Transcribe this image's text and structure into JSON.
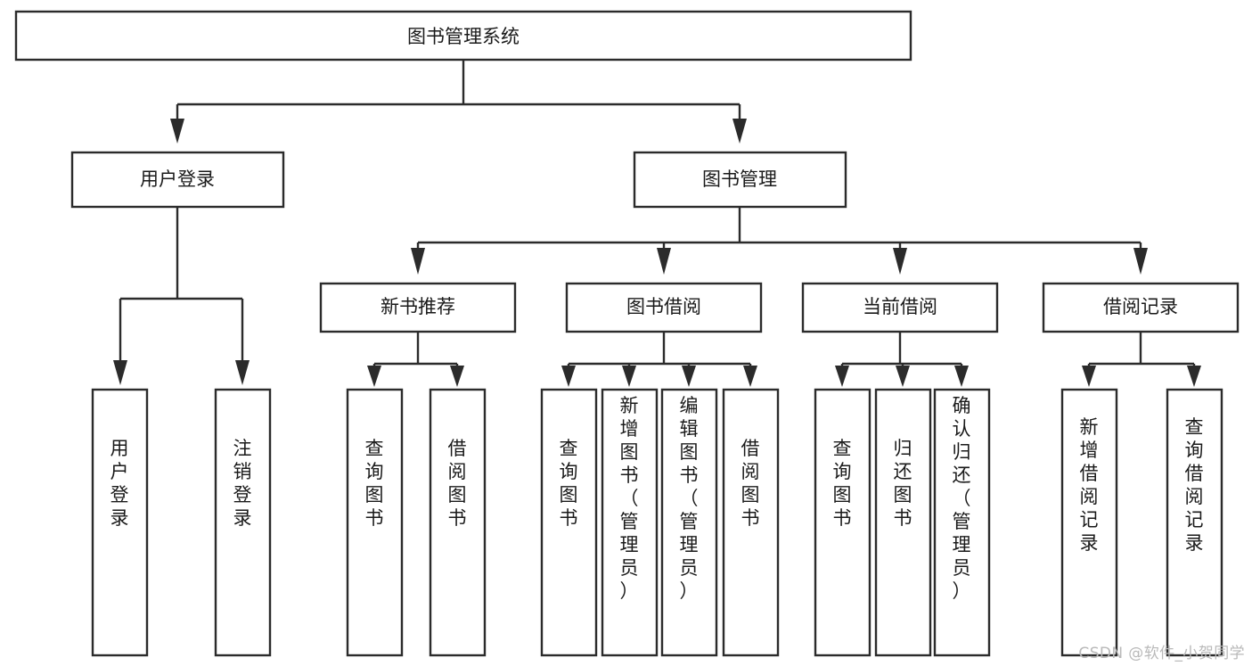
{
  "diagram": {
    "type": "tree-hierarchy",
    "title": "图书管理系统",
    "watermark": "CSDN @软件_小贺同学",
    "colors": {
      "stroke": "#2b2b2b",
      "fill": "#ffffff",
      "text": "#1a1a1a",
      "watermark": "#b9b9b9",
      "background": "#ffffff"
    },
    "levels": {
      "root": "图书管理系统",
      "level2": [
        "用户登录",
        "图书管理"
      ],
      "level3": [
        "新书推荐",
        "图书借阅",
        "当前借阅",
        "借阅记录"
      ]
    },
    "nodes": {
      "root": {
        "label": "图书管理系统",
        "orientation": "horizontal"
      },
      "user_login": {
        "label": "用户登录",
        "orientation": "horizontal"
      },
      "book_manage": {
        "label": "图书管理",
        "orientation": "horizontal"
      },
      "new_book_rec": {
        "label": "新书推荐",
        "orientation": "horizontal"
      },
      "book_borrow": {
        "label": "图书借阅",
        "orientation": "horizontal"
      },
      "current_borrow": {
        "label": "当前借阅",
        "orientation": "horizontal"
      },
      "borrow_record": {
        "label": "借阅记录",
        "orientation": "horizontal"
      },
      "leaf_user_login": {
        "label": "用户登录",
        "orientation": "vertical"
      },
      "leaf_logout": {
        "label": "注销登录",
        "orientation": "vertical"
      },
      "leaf_query_book_1": {
        "label": "查询图书",
        "orientation": "vertical"
      },
      "leaf_borrow_book_1": {
        "label": "借阅图书",
        "orientation": "vertical"
      },
      "leaf_query_book_2": {
        "label": "查询图书",
        "orientation": "vertical"
      },
      "leaf_add_book": {
        "label": "新增图书（管理员）",
        "orientation": "vertical"
      },
      "leaf_edit_book": {
        "label": "编辑图书（管理员）",
        "orientation": "vertical"
      },
      "leaf_borrow_book_2": {
        "label": "借阅图书",
        "orientation": "vertical"
      },
      "leaf_query_book_3": {
        "label": "查询图书",
        "orientation": "vertical"
      },
      "leaf_return_book": {
        "label": "归还图书",
        "orientation": "vertical"
      },
      "leaf_confirm_return": {
        "label": "确认归还（管理员）",
        "orientation": "vertical"
      },
      "leaf_add_record": {
        "label": "新增借阅记录",
        "orientation": "vertical"
      },
      "leaf_query_record": {
        "label": "查询借阅记录",
        "orientation": "vertical"
      }
    },
    "edges": [
      {
        "from": "root",
        "to": "user_login"
      },
      {
        "from": "root",
        "to": "book_manage"
      },
      {
        "from": "user_login",
        "to": "leaf_user_login"
      },
      {
        "from": "user_login",
        "to": "leaf_logout"
      },
      {
        "from": "book_manage",
        "to": "new_book_rec"
      },
      {
        "from": "book_manage",
        "to": "book_borrow"
      },
      {
        "from": "book_manage",
        "to": "current_borrow"
      },
      {
        "from": "book_manage",
        "to": "borrow_record"
      },
      {
        "from": "new_book_rec",
        "to": "leaf_query_book_1"
      },
      {
        "from": "new_book_rec",
        "to": "leaf_borrow_book_1"
      },
      {
        "from": "book_borrow",
        "to": "leaf_query_book_2"
      },
      {
        "from": "book_borrow",
        "to": "leaf_add_book"
      },
      {
        "from": "book_borrow",
        "to": "leaf_edit_book"
      },
      {
        "from": "book_borrow",
        "to": "leaf_borrow_book_2"
      },
      {
        "from": "current_borrow",
        "to": "leaf_query_book_3"
      },
      {
        "from": "current_borrow",
        "to": "leaf_return_book"
      },
      {
        "from": "current_borrow",
        "to": "leaf_confirm_return"
      },
      {
        "from": "borrow_record",
        "to": "leaf_add_record"
      },
      {
        "from": "borrow_record",
        "to": "leaf_query_record"
      }
    ]
  }
}
